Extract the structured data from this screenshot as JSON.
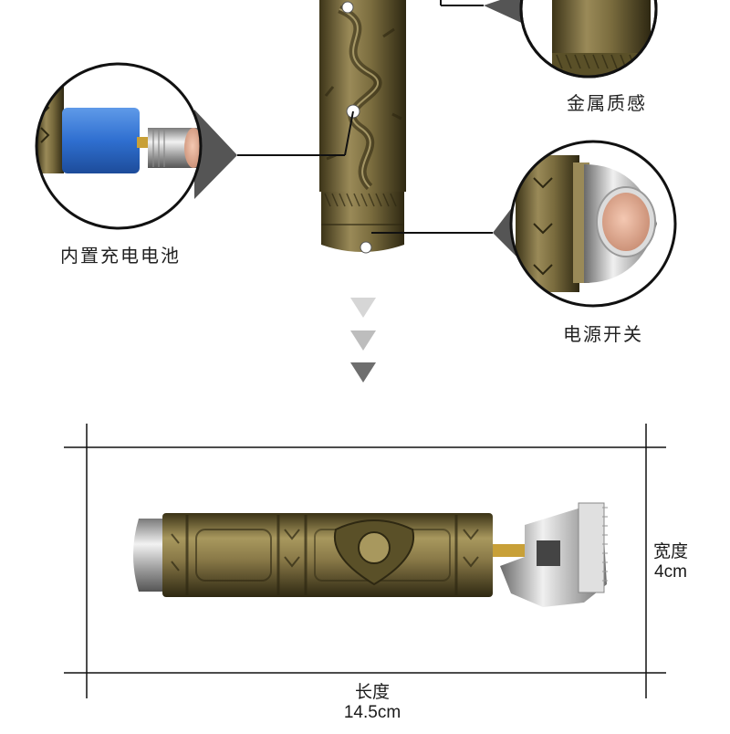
{
  "features": {
    "metal_texture": "金属质感",
    "built_in_battery": "内置充电电池",
    "power_switch": "电源开关"
  },
  "dimensions": {
    "width_label": "宽度",
    "width_value": "4cm",
    "length_label": "长度",
    "length_value": "14.5cm"
  },
  "colors": {
    "bronze": "#8a7a48",
    "bronze_dark": "#4a4020",
    "battery_blue": "#2f6fd0",
    "copper_button": "#e8b49a",
    "silver": "#c8c8c8",
    "arrow_light": "#d6d6d6",
    "arrow_mid": "#bdbdbd",
    "arrow_dark": "#6e6e6e"
  }
}
